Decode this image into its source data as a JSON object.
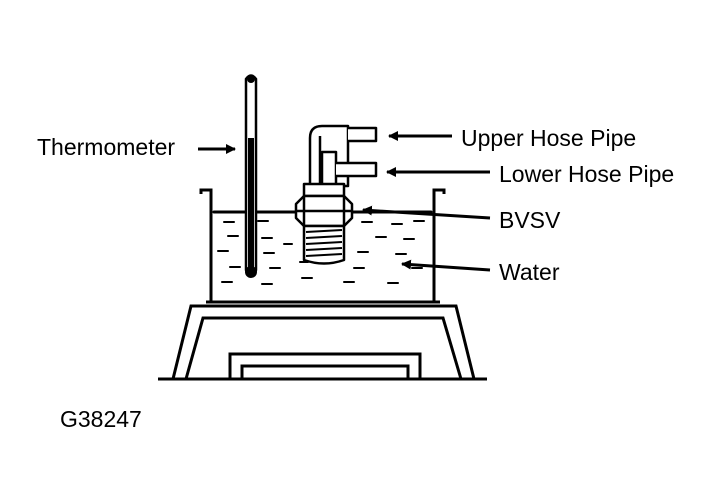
{
  "labels": {
    "thermometer": "Thermometer",
    "upper_hose_pipe": "Upper Hose Pipe",
    "lower_hose_pipe": "Lower Hose Pipe",
    "bvsv": "BVSV",
    "water": "Water"
  },
  "figure_id": "G38247",
  "colors": {
    "ink": "#000000",
    "paper": "#ffffff"
  }
}
